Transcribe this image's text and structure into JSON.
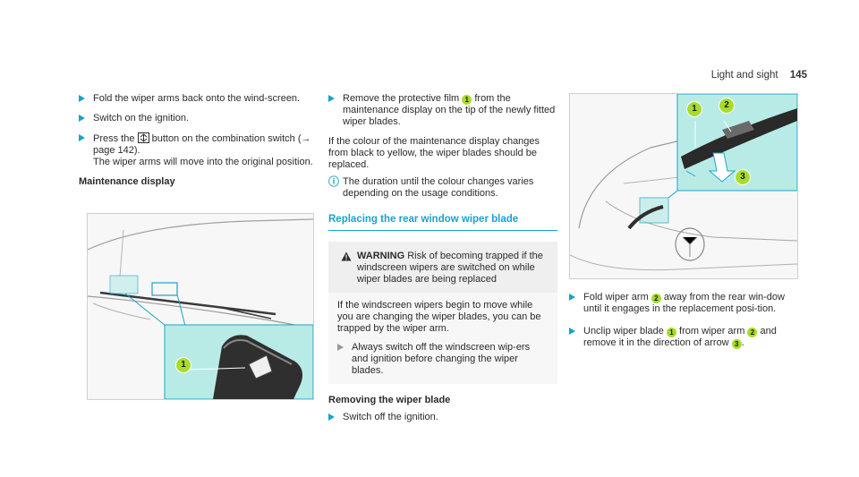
{
  "header": {
    "section": "Light and sight",
    "page_number": "145"
  },
  "col1": {
    "step1": "Fold the wiper arms back onto the wind-screen.",
    "step2": "Switch on the ignition.",
    "step3_a": "Press the",
    "step3_b": "button on the combination switch (→ page 142).",
    "step3_c": "The wiper arms will move into the original position.",
    "subheading": "Maintenance display",
    "fig_callout": "1"
  },
  "col2": {
    "step1_a": "Remove the protective film",
    "step1_num": "1",
    "step1_b": "from the maintenance display on the tip of the newly fitted wiper blades.",
    "para": "If the colour of the maintenance display changes from black to yellow, the wiper blades should be replaced.",
    "info": "The duration until the colour changes varies depending on the usage conditions.",
    "section_title": "Replacing the rear window wiper blade",
    "warning_title": "WARNING",
    "warning_text": "Risk of becoming trapped if the windscreen wipers are switched on while wiper blades are being replaced",
    "warning_body": "If the windscreen wipers begin to move while you are changing the wiper blades, you can be trapped by the wiper arm.",
    "warning_step": "Always switch off the windscreen wip-ers and ignition before changing the wiper blades.",
    "subheading": "Removing the wiper blade",
    "step_last": "Switch off the ignition."
  },
  "col3": {
    "step1_a": "Fold wiper arm",
    "step1_num": "2",
    "step1_b": "away from the rear win-dow until it engages in the replacement posi-tion.",
    "step2_a": "Unclip wiper blade",
    "step2_num1": "1",
    "step2_b": "from wiper arm",
    "step2_num2": "2",
    "step2_c": "and remove it in the direction of arrow",
    "step2_num3": "3",
    "step2_d": ".",
    "fig_callouts": [
      "1",
      "2",
      "3"
    ]
  },
  "colors": {
    "accent": "#1aa3c7",
    "callout": "#a7dc2b",
    "highlight": "#b9ebe6"
  }
}
